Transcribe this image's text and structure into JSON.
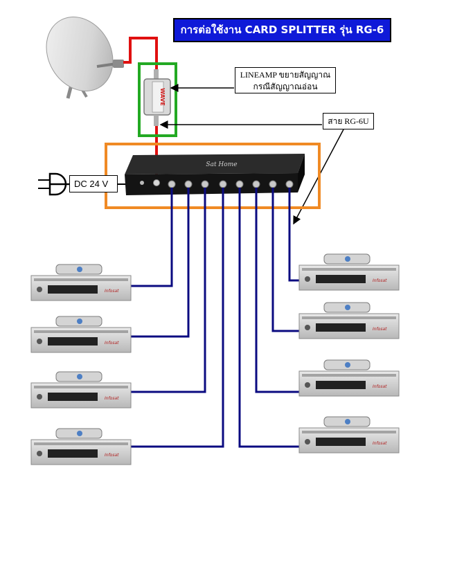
{
  "title": "การต่อใช้งาน  CARD SPLITTER รุ่น RG-6",
  "lineamp_label": {
    "line1": "LINEAMP ขยายสัญญาณ",
    "line2": "กรณีสัญญาณอ่อน"
  },
  "cable_label": "สาย RG-6U",
  "power_label": "DC 24 V",
  "amp_brand": "WAVE",
  "splitter_brand": "Sat Home",
  "receiver_brand": "Infosat",
  "receiver_count": 8,
  "colors": {
    "title_bg": "#0f1ad8",
    "lnb_cable": "#e01010",
    "output_cable": "#0a0a80",
    "lineamp_frame": "#23a923",
    "splitter_frame": "#f08a24"
  },
  "icons": [
    "satellite-dish-icon",
    "line-amplifier-icon",
    "power-plug-icon",
    "card-splitter-icon",
    "receiver-icon",
    "arrow-icon"
  ]
}
